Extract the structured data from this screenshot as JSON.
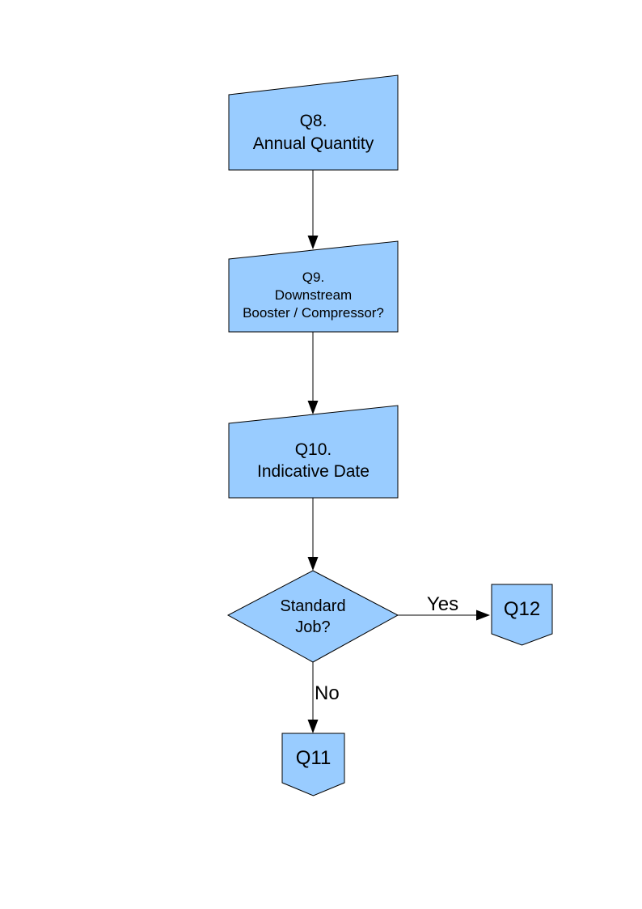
{
  "colors": {
    "background": "#FFFFFF",
    "shape_fill": "#99CCFF",
    "shape_border": "#000000",
    "connector": "#000000",
    "text": "#000000"
  },
  "nodes": {
    "q8": {
      "shape": "manual-input",
      "label": "Q8.\nAnnual Quantity"
    },
    "q9": {
      "shape": "manual-input",
      "label": "Q9.\nDownstream\nBooster / Compressor?"
    },
    "q10": {
      "shape": "manual-input",
      "label": "Q10.\nIndicative Date"
    },
    "standard_job": {
      "shape": "decision",
      "label": "Standard\nJob?"
    },
    "q12": {
      "shape": "off-page-connector",
      "label": "Q12"
    },
    "q11": {
      "shape": "off-page-connector",
      "label": "Q11"
    }
  },
  "edges": {
    "yes_label": "Yes",
    "no_label": "No"
  }
}
